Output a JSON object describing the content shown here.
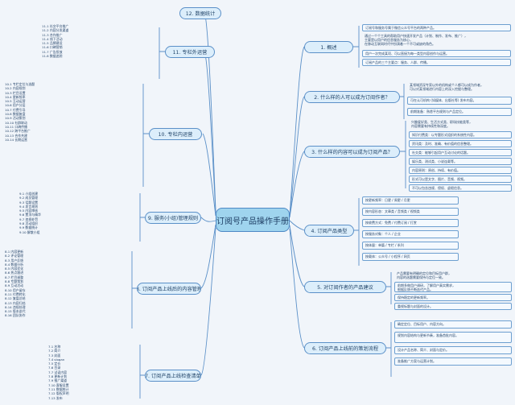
{
  "central": "订阅号产品操作手册",
  "branches": {
    "b1": {
      "title": "1. 概述",
      "items": [
        "订阅号和服务号属于微信公众号平台的两种产品。",
        "通过一个个工具的帮助用户快速开发产品（计划、制作、发布、推广），\n主要是以用户的信息服务为核心，\n在移动互联网时代中扮演着一个不可或缺的角色。",
        "用户一次完成某项、可以直接为每一类型内容创作与运营。",
        "订阅产品的三个主要点：服务、人群、传播。"
      ]
    },
    "b2": {
      "title": "2. 什么样的人可以成为订阅作者？",
      "items": [
        "某领域资深专家以外的机构或个人都可以成为作者，\n可以对某领域进行内容上的深入挖掘与整理。",
        "可在认可机构 (如媒体、出版社等) 发布内容。",
        "前期准备：熟悉平台规则与产品定位。"
      ]
    },
    "b3": {
      "title": "3. 什么样的内容可以成为订阅产品？",
      "items": [
        "兴趣爱好类、生活方式类、职场技能类等，\n内容需要有持续性和深度。",
        "知识付费类：以专题形式组织的系统性内容。",
        "资讯类：及时、准确、有价值的信息整理。",
        "社交类：能够引起用户互动讨论的话题。",
        "娱乐类、测试类、小说连载等。",
        "内容原则：原创、持续、有价值。",
        "形式可以是文字、图片、音频、视频。",
        "不可以包含违规、侵权、虚假信息。"
      ]
    },
    "b4": {
      "title": "4. 订阅产品类型",
      "items": [
        "按更新频率：日更 / 周更 / 月更",
        "按内容形态：文章类 / 音频类 / 视频类",
        "按收费方式：免费 / 付费订阅 / 打赏",
        "按服务对象：个人 / 企业",
        "按体量：单篇 / 专栏 / 系列",
        "按载体：公众号 / 小程序 / 网页"
      ]
    },
    "b5": {
      "title": "5. 对订阅作者的产品建议",
      "items": [
        "产品需要有明确的定位和目标用户群，\n内容的选题需要保持与定位一致。",
        "前期多做用户调研，了解用户真实需求，\n根据反馈不断迭代产品。",
        "保持稳定的更新频率。",
        "重视标题与封面的设计。"
      ]
    },
    "b6": {
      "title": "6. 订阅产品上线前的策划流程",
      "items": [
        "确定定位、目标用户、内容方向。",
        "规划内容结构与更新节奏，准备首批内容。",
        "设计产品名称、简介、封面与定价。",
        "准备推广方案与运营计划。"
      ]
    },
    "b7": {
      "title": "7. 订阅产品上线检查清单",
      "items": [
        "7.1 名称\n7.2 简介\n7.3 封面\n7.4 slogan\n7.5 定价\n7.6 目录\n7.7 试读内容\n7.8 更新计划\n7.9 推广渠道\n7.10 客服设置\n7.11 数据统计\n7.12 版权声明\n7.13 发布"
      ]
    },
    "b8": {
      "title": "8. 订阅产品上线后的内容管理",
      "items": [
        "8.1 内容更新\n8.2 评论管理\n8.3 用户反馈\n8.4 数据分析\n8.5 内容优化\n8.6 热点跟进\n8.7 栏目调整\n8.8 专题策划\n8.9 互动活动\n8.10 用户留存\n8.11 付费转化\n8.12 复盘总结\n8.13 内容归档\n8.14 违规处理\n8.15 版本迭代\n8.16 团队协作"
      ]
    },
    "b9": {
      "title": "9. 服务(小组)管理规则",
      "items": [
        "9.1 小组创建\n9.2 成员管理\n9.3 话题设置\n9.4 发言规则\n9.5 内容审核\n9.6 置顶与精华\n9.7 违规处罚\n9.8 活动组织\n9.9 数据统计\n9.10 解散小组"
      ]
    },
    "b10": {
      "title": "10. 专栏内运营",
      "items": [
        "10.1 专栏定位与选题\n10.2 内容规划\n10.3 栏目设置\n10.4 更新频率\n10.5 互动运营\n10.6 用户分层\n10.7 付费引导\n10.8 数据复盘\n10.9 活动策划\n10.10 社群联动\n10.11 口碑传播\n10.12 跨平台推广\n10.13 合作共建\n10.14 长期运营"
      ]
    },
    "b11": {
      "title": "11. 专栏外运营",
      "items": [
        "11.1 社交平台推广\n11.2 内容分发渠道\n11.3 合作推广\n11.4 线下活动\n11.5 品牌建设\n11.6 口碑营销\n11.7 广告投放\n11.8 数据追踪"
      ]
    },
    "b12": {
      "title": "12. 数据统计",
      "items": []
    }
  }
}
